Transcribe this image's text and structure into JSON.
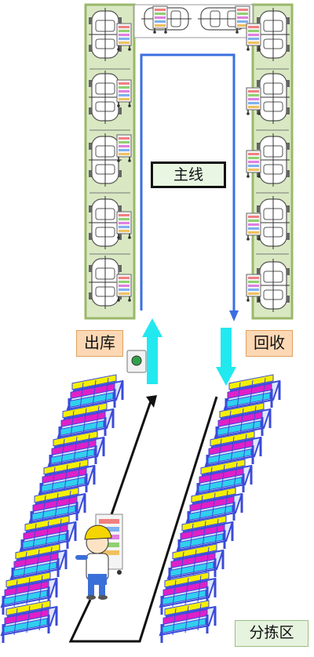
{
  "labels": {
    "main_line": "主线",
    "outbound": "出库",
    "recovery": "回收",
    "sorting_area": "分拣区"
  },
  "icons": [
    "car-body-icon",
    "parts-cart-icon",
    "shelf-rack-icon",
    "worker-icon",
    "control-box-icon",
    "flow-arrow-icon"
  ],
  "colors": {
    "line_frame_fill": "#d9e8c2",
    "line_frame_border": "#9ab86a",
    "main_route": "#3a6fe0",
    "transfer_arrow": "#22e8f0",
    "worker_path": "#111111",
    "shelf_frame": "#3b4bd8",
    "bin_yellow": "#f5f000",
    "bin_magenta": "#e020c8",
    "bin_cyan": "#30d0ee",
    "label_orange": "#fcd8b4",
    "label_green": "#e6f4df"
  }
}
